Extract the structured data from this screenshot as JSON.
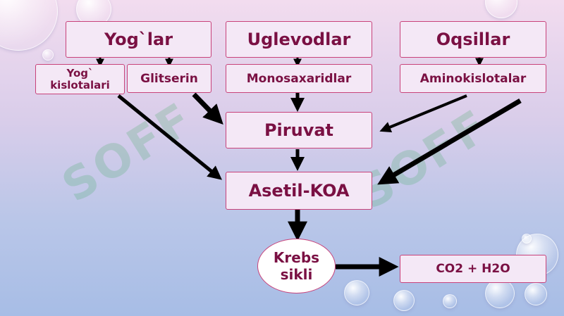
{
  "boxes": {
    "yoglar": "Yog`lar",
    "uglevodlar": "Uglevodlar",
    "oqsillar": "Oqsillar",
    "yog_kislotalari": "Yog` kislotalari",
    "glitserin": "Glitserin",
    "monosaxaridlar": "Monosaxaridlar",
    "aminokislotalar": "Aminokislotalar",
    "piruvat": "Piruvat",
    "asetil_koa": "Asetil-KOA",
    "krebs_sikli": "Krebs sikli",
    "co2_h2o": "CO2 + H2O"
  },
  "watermark": "SOFF",
  "colors": {
    "box_border": "#c8427a",
    "box_text": "#7a1043",
    "arrow": "#000000"
  }
}
